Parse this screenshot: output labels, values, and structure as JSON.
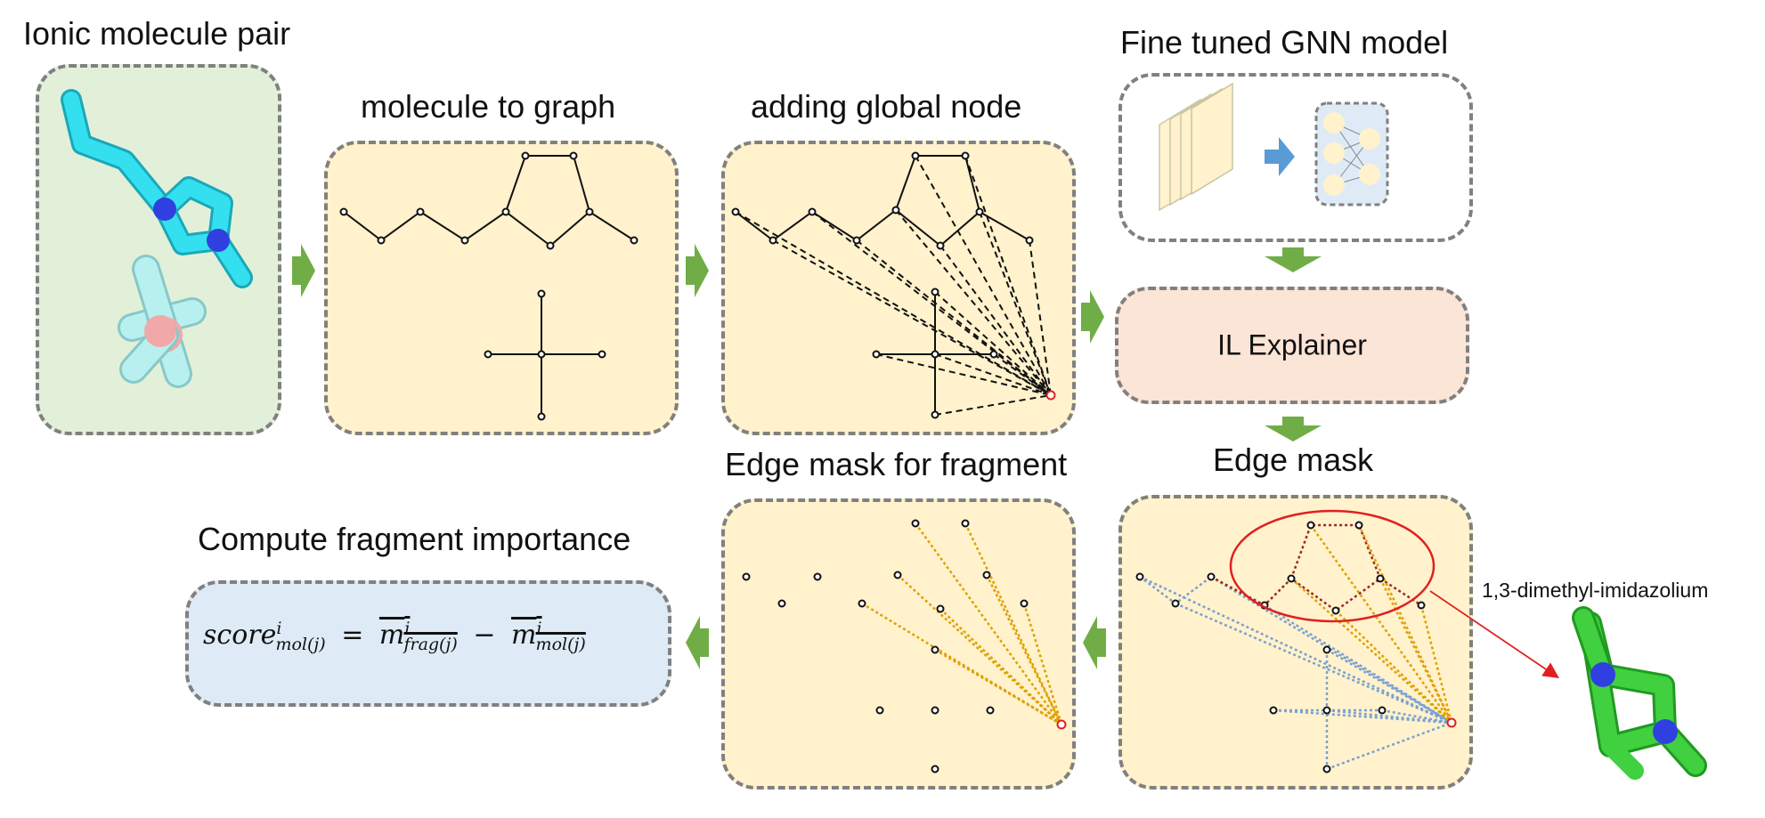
{
  "titles": {
    "ionic_pair": "Ionic molecule pair",
    "mol_to_graph": "molecule to graph",
    "global_node": "adding global node",
    "gnn_model": "Fine tuned GNN model",
    "edge_mask": "Edge mask",
    "edge_mask_fragment": "Edge mask for fragment",
    "fragment_importance": "Compute fragment importance"
  },
  "explainer": "IL Explainer",
  "fragment_name": "1,3-dimethyl-imidazolium",
  "formula": {
    "score": "score",
    "score_sup": "i",
    "score_sub": "mol(j)",
    "equals": "=",
    "m1": "m",
    "m1_sup": "i",
    "m1_sub": "frag(j)",
    "minus": "−",
    "m2": "m",
    "m2_sup": "i",
    "m2_sub": "mol(j)"
  },
  "colors": {
    "arrow_green": "#70ad47",
    "arrow_blue": "#5b9bd5",
    "highlight_red": "#e02020",
    "mask_orange": "#e0a000",
    "mask_blue": "#7aa0d0",
    "mask_dark_red": "#9a2a2a",
    "carbon_cyan": "#34e0f0",
    "nitrogen_blue": "#3040e0",
    "boron_pink": "#f0a8a8",
    "fluorine_light": "#b8f0f0",
    "carbon_green": "#40d040"
  }
}
